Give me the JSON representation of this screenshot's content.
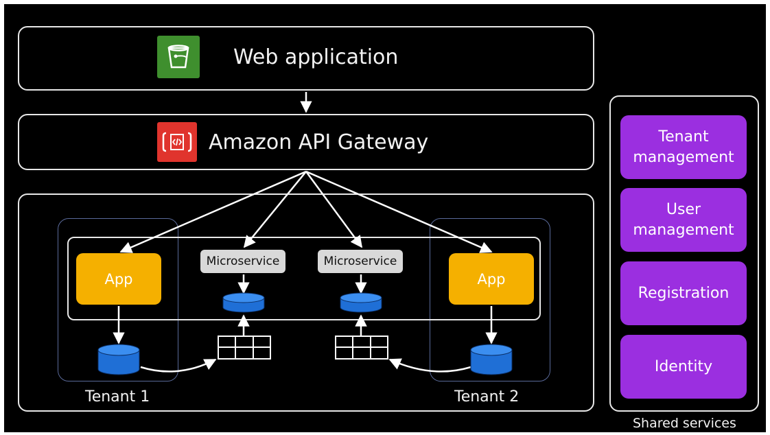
{
  "web_app": {
    "label": "Web application"
  },
  "api_gateway": {
    "label": "Amazon API Gateway"
  },
  "tenants": [
    {
      "label": "Tenant 1",
      "app_label": "App"
    },
    {
      "label": "Tenant 2",
      "app_label": "App"
    }
  ],
  "microservices": [
    {
      "label": "Microservice"
    },
    {
      "label": "Microservice"
    }
  ],
  "shared_services": {
    "title": "Shared services",
    "items": [
      {
        "label": "Tenant\nmanagement"
      },
      {
        "label": "User\nmanagement"
      },
      {
        "label": "Registration"
      },
      {
        "label": "Identity"
      }
    ]
  },
  "colors": {
    "background": "#000000",
    "app": "#f5b000",
    "shared_service": "#9b2fe0",
    "microservice": "#d9d9d9",
    "database": "#1f6fd6",
    "s3_icon": "#3f8f2e",
    "api_gateway_icon": "#e0342d"
  },
  "icons": [
    "s3-bucket-icon",
    "api-gateway-icon",
    "database-icon",
    "table-icon",
    "arrow-icon"
  ]
}
